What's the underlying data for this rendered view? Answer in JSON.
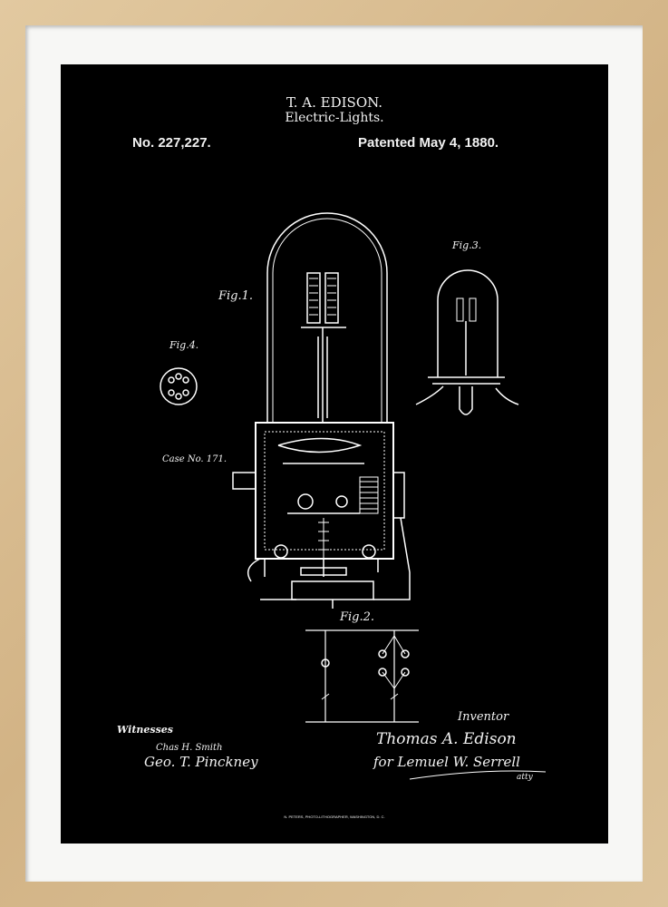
{
  "header": {
    "inventor_name": "T. A. EDISON.",
    "title": "Electric-Lights.",
    "patent_number": "No. 227,227.",
    "patent_date": "Patented May 4, 1880."
  },
  "figures": {
    "fig1": "Fig.1.",
    "fig2": "Fig.2.",
    "fig3": "Fig.3.",
    "fig4": "Fig.4.",
    "case": "Case No. 171."
  },
  "signatures": {
    "witnesses_label": "Witnesses",
    "witness1": "Chas H. Smith",
    "witness2": "Geo. T. Pinckney",
    "inventor_label": "Inventor",
    "inventor": "Thomas A. Edison",
    "attorney": "for Lemuel W. Serrell",
    "attorney_suffix": "atty"
  },
  "footer": {
    "printer": "N. PETERS, PHOTO-LITHOGRAPHER, WASHINGTON, D. C."
  },
  "colors": {
    "frame": "#d9bf96",
    "mat": "#f7f7f5",
    "print_bg": "#000000",
    "ink": "#ffffff"
  }
}
